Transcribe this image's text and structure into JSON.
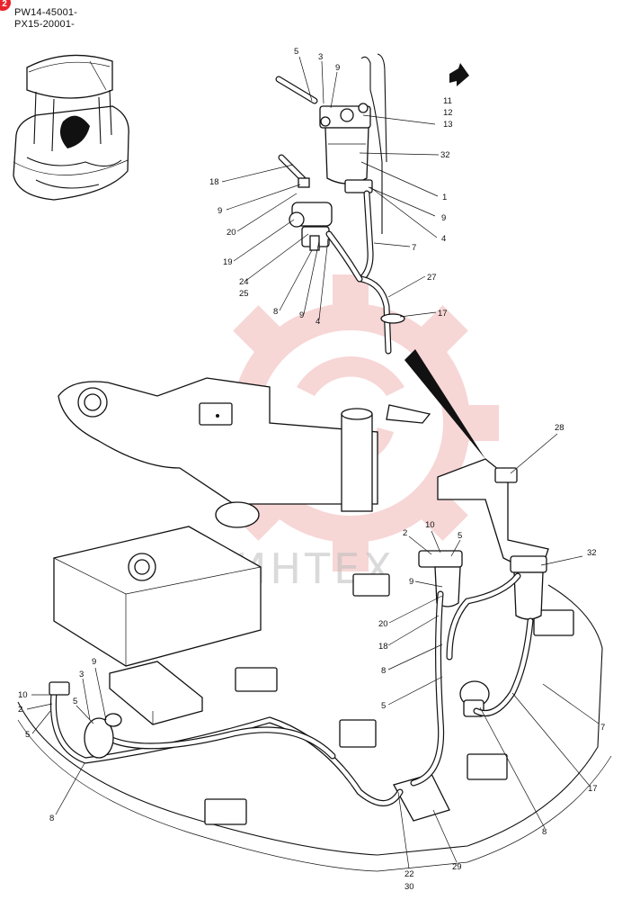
{
  "page_number": "2",
  "serials": [
    "PW14-45001-",
    "PX15-20001-"
  ],
  "watermark_text": "ИНТЕХ",
  "colors": {
    "badge": "#e8242c",
    "watermark": "#f2b6b6",
    "ink": "#111111"
  },
  "labels": {
    "upper": [
      "5",
      "3",
      "9",
      "11",
      "12",
      "13",
      "32",
      "1",
      "18",
      "9",
      "20",
      "19",
      "24",
      "25",
      "8",
      "9",
      "4",
      "9",
      "4",
      "7",
      "27",
      "17"
    ],
    "lower": [
      "28",
      "2",
      "10",
      "5",
      "32",
      "9",
      "20",
      "18",
      "8",
      "5",
      "7",
      "17",
      "8",
      "29",
      "22",
      "30",
      "10",
      "2",
      "5",
      "3",
      "9",
      "5",
      "8"
    ]
  }
}
